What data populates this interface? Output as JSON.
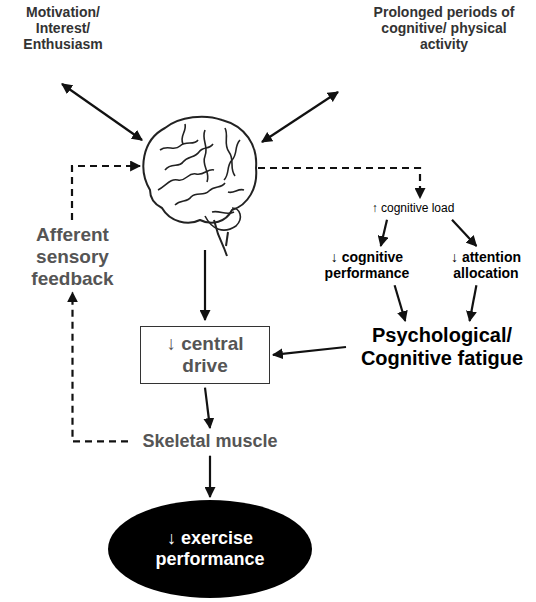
{
  "diagram": {
    "nodes": [
      {
        "text": [
          "Motivation/ Interest/ Enthusiasm"
        ]
      },
      {
        "text": [
          "Prolonged periods of cognitive/ physical activity"
        ]
      },
      {
        "text": [
          "Afferent sensory feedback"
        ]
      },
      {
        "text": [
          "↑ cognitive load"
        ]
      },
      {
        "text": [
          "↓ cognitive performance"
        ]
      },
      {
        "text": [
          "↓ attention allocation"
        ]
      },
      {
        "text": [
          "↓ central drive"
        ]
      },
      {
        "text": [
          "Psychological/ Cognitive fatigue"
        ]
      },
      {
        "text": [
          "Skeletal muscle"
        ]
      },
      {
        "text": [
          "↓ exercise performance"
        ]
      }
    ],
    "edges": [
      {
        "from": 3,
        "to": 4,
        "arrow": "to"
      },
      {
        "from": 3,
        "to": 5,
        "arrow": "to"
      },
      {
        "from": 4,
        "to": 7,
        "arrow": "to"
      },
      {
        "from": 5,
        "to": 7,
        "arrow": "to"
      },
      {
        "from": 7,
        "to": 6,
        "arrow": "to"
      },
      {
        "from": 6,
        "to": 8,
        "arrow": "to"
      },
      {
        "from": 8,
        "to": 9,
        "arrow": "to"
      },
      {
        "from": 8,
        "to": 2,
        "arrow": "to"
      }
    ]
  }
}
